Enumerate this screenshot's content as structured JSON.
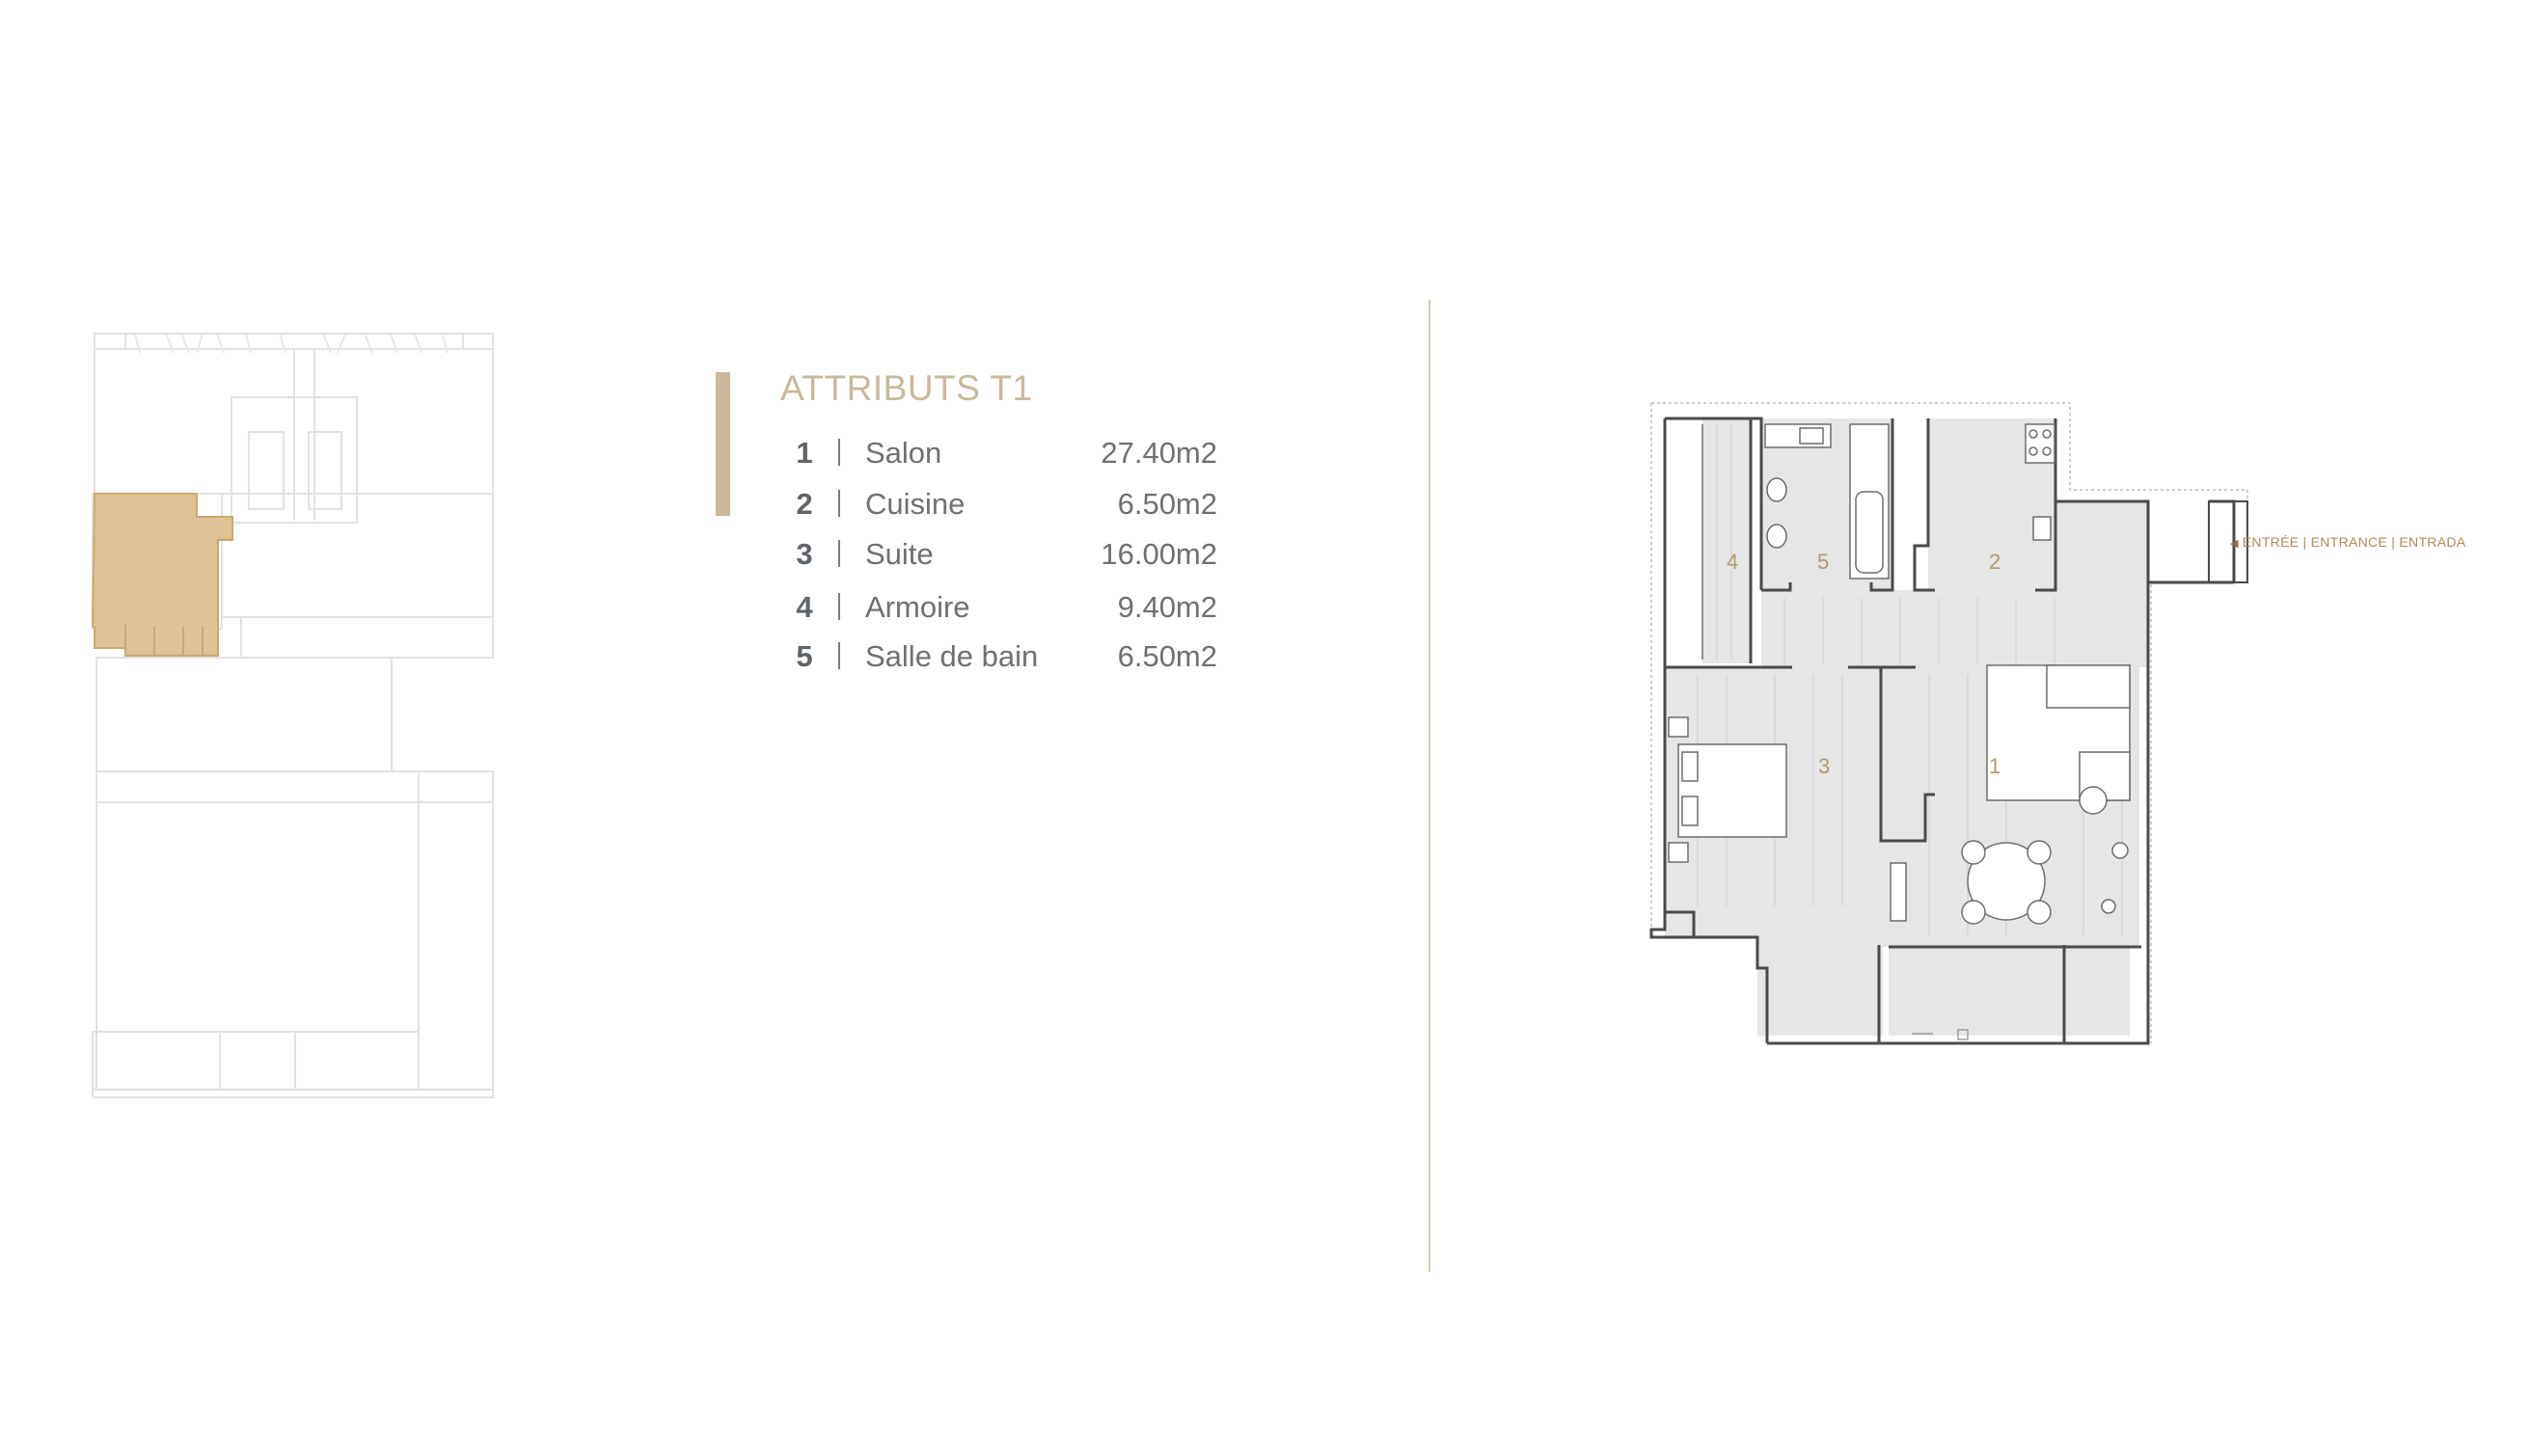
{
  "attributes": {
    "title": "ATTRIBUTS T1",
    "rooms": [
      {
        "num": "1",
        "name": "Salon",
        "area": "27.40m2"
      },
      {
        "num": "2",
        "name": "Cuisine",
        "area": "6.50m2"
      },
      {
        "num": "3",
        "name": "Suite",
        "area": "16.00m2"
      },
      {
        "num": "4",
        "name": "Armoire",
        "area": "9.40m2"
      },
      {
        "num": "5",
        "name": "Salle de bain",
        "area": "6.50m2"
      }
    ]
  },
  "floorplan": {
    "labels": {
      "r1": "1",
      "r2": "2",
      "r3": "3",
      "r4": "4",
      "r5": "5"
    },
    "entrance": "ENTRÉE | ENTRANCE | ENTRADA"
  },
  "colors": {
    "accent": "#c9b89b",
    "highlight": "#dcc294",
    "text": "#6e7173",
    "floor": "#e8e8e8",
    "wall": "#4a4a4a"
  },
  "icons": [
    "arrow-left-icon"
  ]
}
